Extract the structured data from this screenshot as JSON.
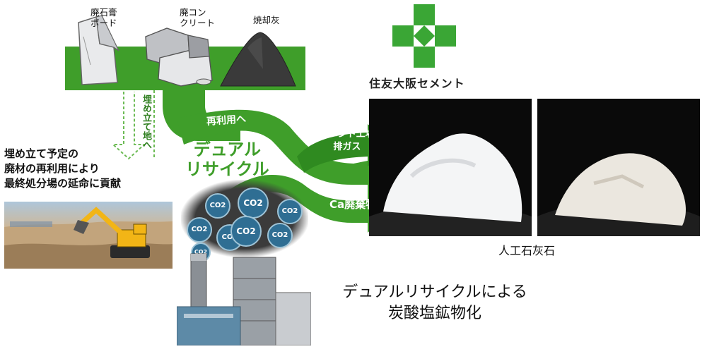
{
  "materials": {
    "plasterboard": "廃石膏\nボード",
    "concrete": "廃コン\nクリート",
    "ash": "焼却灰"
  },
  "landfill": {
    "vertical_label": "埋め立て地へ",
    "description": "埋め立て予定の\n廃材の再利用により\n最終処分場の延命に貢献"
  },
  "flow": {
    "reuse_label": "再利用へ",
    "dual_title": "デュアル\nリサイクル",
    "exhaust_label": "セメント工場\n排ガス",
    "waste_label": "Ca廃棄物"
  },
  "co2_labels": [
    "CO2",
    "CO2",
    "CO2",
    "CO2",
    "CO2",
    "CO2",
    "CO2",
    "CO2"
  ],
  "logo": {
    "company": "住友大阪セメント"
  },
  "product": {
    "label": "人工石灰石"
  },
  "caption": "デュアルリサイクルによる\n炭酸塩鉱物化",
  "colors": {
    "green": "#3f9e2a",
    "dark_green": "#2f7f1f",
    "logo_green": "#3aa635"
  }
}
